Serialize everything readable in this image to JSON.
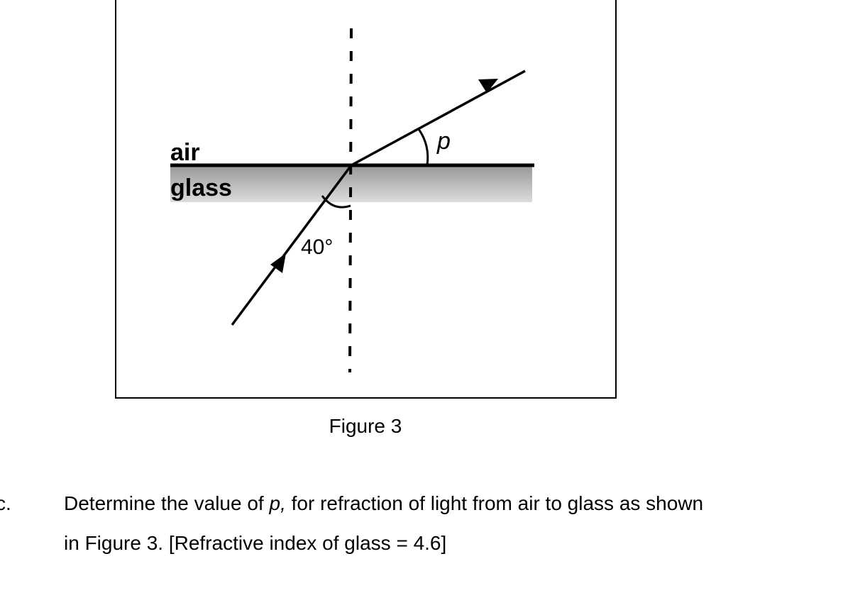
{
  "figure": {
    "caption": "Figure 3",
    "labels": {
      "air": "air",
      "glass": "glass",
      "angle_incident": "40°",
      "angle_unknown": "p"
    }
  },
  "question": {
    "label": "c.",
    "line1_pre": "Determine the value of ",
    "line1_var": "p,",
    "line1_post": " for refraction of light from air to glass as shown",
    "line2": "in Figure 3. [Refractive index of glass = 4.6]"
  }
}
